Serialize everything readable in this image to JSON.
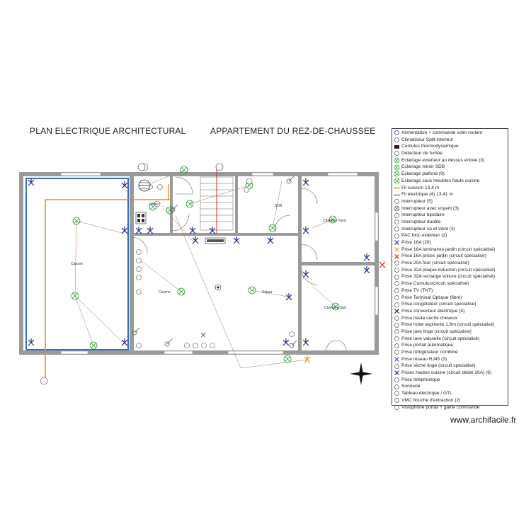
{
  "titles": {
    "left": "PLAN ELECTRIQUE ARCHITECTURAL",
    "right": "APPARTEMENT DU REZ-DE-CHAUSSEE"
  },
  "rooms": [
    {
      "key": "carport",
      "label": "Carport"
    },
    {
      "key": "cuisine",
      "label": "Cuisine"
    },
    {
      "key": "sejour",
      "label": "Séjour"
    },
    {
      "key": "chambre_nord",
      "label": "Chambre Nord"
    },
    {
      "key": "chambre_sud",
      "label": "Chambre Sud"
    },
    {
      "key": "sdb",
      "label": "SDB"
    },
    {
      "key": "cellier",
      "label": "Cellier"
    }
  ],
  "legend": [
    {
      "icon": "shutter-switch-icon",
      "label": "Alimentation + commande volet roulant",
      "color": "#1e2a8c"
    },
    {
      "icon": "split-ac-icon",
      "label": "Climatiseur Split interieur",
      "color": "#555555"
    },
    {
      "icon": "water-heater-icon",
      "label": "Cumulus thermodynamique",
      "color": "#222222"
    },
    {
      "icon": "smoke-detector-icon",
      "label": "Détecteur de fumée",
      "color": "#555555"
    },
    {
      "icon": "outdoor-light-icon",
      "label": "Eclairage exterieur au dessus entrée (3)",
      "color": "#2e9a3a"
    },
    {
      "icon": "mirror-light-icon",
      "label": "Eclairage miroir SDB",
      "color": "#2e9a3a"
    },
    {
      "icon": "ceiling-light-icon",
      "label": "Eclairage plafond (9)",
      "color": "#2e9a3a"
    },
    {
      "icon": "cabinet-light-icon",
      "label": "Eclairage sous meubles hauts cuisine",
      "color": "#2e9a3a"
    },
    {
      "icon": "wire-orange-icon",
      "label": "Fil cuisson 13,4 m",
      "color": "#f08a1c"
    },
    {
      "icon": "wire-brown-icon",
      "label": "Fil electrique (4) 13,41 m",
      "color": "#b07050"
    },
    {
      "icon": "switch-icon",
      "label": "Interrupteur (5)",
      "color": "#555555"
    },
    {
      "icon": "switch-light-icon",
      "label": "Interrupteur avec voyant (3)",
      "color": "#555555"
    },
    {
      "icon": "bipolar-switch-icon",
      "label": "Interrupteur bipolaire",
      "color": "#555555"
    },
    {
      "icon": "double-switch-icon",
      "label": "Interrupteur double",
      "color": "#555555"
    },
    {
      "icon": "two-way-switch-icon",
      "label": "Interrupteur va et vient (3)",
      "color": "#555555"
    },
    {
      "icon": "heat-pump-icon",
      "label": "PAC bloc exterieur (2)",
      "color": "#555555"
    },
    {
      "icon": "outlet-icon",
      "label": "Prise 16A (20)",
      "color": "#1e2a8c"
    },
    {
      "icon": "garden-light-outlet-icon",
      "label": "Prise 16A luminaires jardin (circuit spécialisé)",
      "color": "#e0a020"
    },
    {
      "icon": "garden-outlet-icon",
      "label": "Prise 16A prises jardin (circuit spécialisé)",
      "color": "#d02020"
    },
    {
      "icon": "oven-outlet-icon",
      "label": "Prise 20A four (circuit spécialisé)",
      "color": "#555555"
    },
    {
      "icon": "induction-outlet-icon",
      "label": "Prise 32A plaque induction (circuit spécialisé)",
      "color": "#555555"
    },
    {
      "icon": "car-charger-outlet-icon",
      "label": "Prise 32A recharge voiture  (circuit spécialisé)",
      "color": "#555555"
    },
    {
      "icon": "heater-outlet-icon",
      "label": "Prise Cumulus(circuit spécialisé)",
      "color": "#555555"
    },
    {
      "icon": "tv-outlet-icon",
      "label": "Prise TV (TNT)",
      "color": "#555555"
    },
    {
      "icon": "fiber-outlet-icon",
      "label": "Prise Terminal Optique (fibre)",
      "color": "#555555"
    },
    {
      "icon": "freezer-outlet-icon",
      "label": "Prise congélateur (circuit spécialisé)",
      "color": "#555555"
    },
    {
      "icon": "convector-outlet-icon",
      "label": "Prise convecteur électrique (4)",
      "color": "#222222"
    },
    {
      "icon": "hairdryer-outlet-icon",
      "label": "Prise haute séche cheveux",
      "color": "#555555"
    },
    {
      "icon": "hood-outlet-icon",
      "label": "Prise hotte aspirante 1.8m (circuit spécialisé)",
      "color": "#555555"
    },
    {
      "icon": "washer-outlet-icon",
      "label": "Prise lave linge (circuit spécialisé)",
      "color": "#555555"
    },
    {
      "icon": "dishwasher-outlet-icon",
      "label": "Prise lave vaisselle (circuit spécialisé)",
      "color": "#555555"
    },
    {
      "icon": "gate-outlet-icon",
      "label": "Prise portail automatique",
      "color": "#555555"
    },
    {
      "icon": "fridge-outlet-icon",
      "label": "Prise réfrigérateur combiné",
      "color": "#555555"
    },
    {
      "icon": "network-outlet-icon",
      "label": "Prise réseau RJ45 (3)",
      "color": "#7a3c9a"
    },
    {
      "icon": "dryer-outlet-icon",
      "label": "Prise sèche linge (circuit spécialisé)",
      "color": "#555555"
    },
    {
      "icon": "high-kitchen-outlet-icon",
      "label": "Prises hautes cuisine (circuit dédié 20A) (6)",
      "color": "#1e2a8c"
    },
    {
      "icon": "phone-outlet-icon",
      "label": "Prise téléphonique",
      "color": "#555555"
    },
    {
      "icon": "doorbell-icon",
      "label": "Sonnerie",
      "color": "#555555"
    },
    {
      "icon": "panel-icon",
      "label": "Tableau électrique / GTL",
      "color": "#555555"
    },
    {
      "icon": "vmc-icon",
      "label": "VMC bouche d'extraction (2)",
      "color": "#555555"
    },
    {
      "icon": "videophone-icon",
      "label": "Visiophone portail + gaine commande",
      "color": "#555555"
    }
  ],
  "credit": "www.archifacile.fr",
  "colors": {
    "wall": "#9a9a9a",
    "light": "#2e9a3a",
    "outlet": "#1e2a8c",
    "orange_wire": "#f08a1c",
    "brown_wire": "#b07050",
    "carport_outline": "#3a6fc0"
  }
}
